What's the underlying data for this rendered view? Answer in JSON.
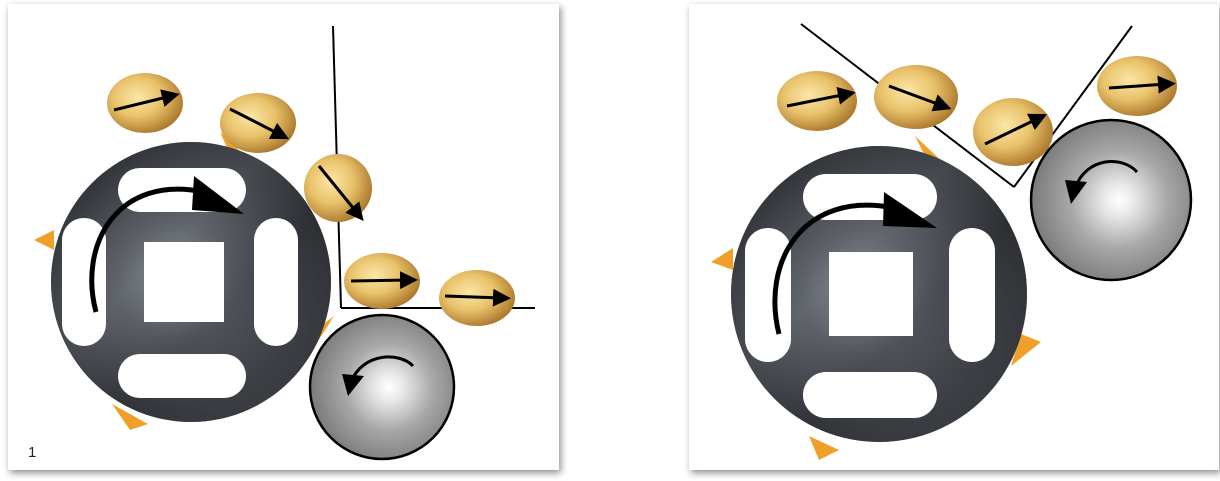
{
  "panels": [
    {
      "id": "left",
      "label": "1"
    },
    {
      "id": "right",
      "label": ""
    }
  ],
  "colors": {
    "rotor_dark": "#2c2e33",
    "rotor_light": "#8c9096",
    "blade_orange": "#f0a028",
    "nut_light": "#f6d98a",
    "nut_dark": "#b07a28",
    "roller_light": "#ffffff",
    "roller_dark": "#8a8a8a",
    "arrow": "#000000",
    "line": "#000000"
  },
  "icons": [
    "rotor-icon",
    "roller-icon",
    "nut-icon",
    "rotation-arrow-icon",
    "guide-plate-icon"
  ]
}
